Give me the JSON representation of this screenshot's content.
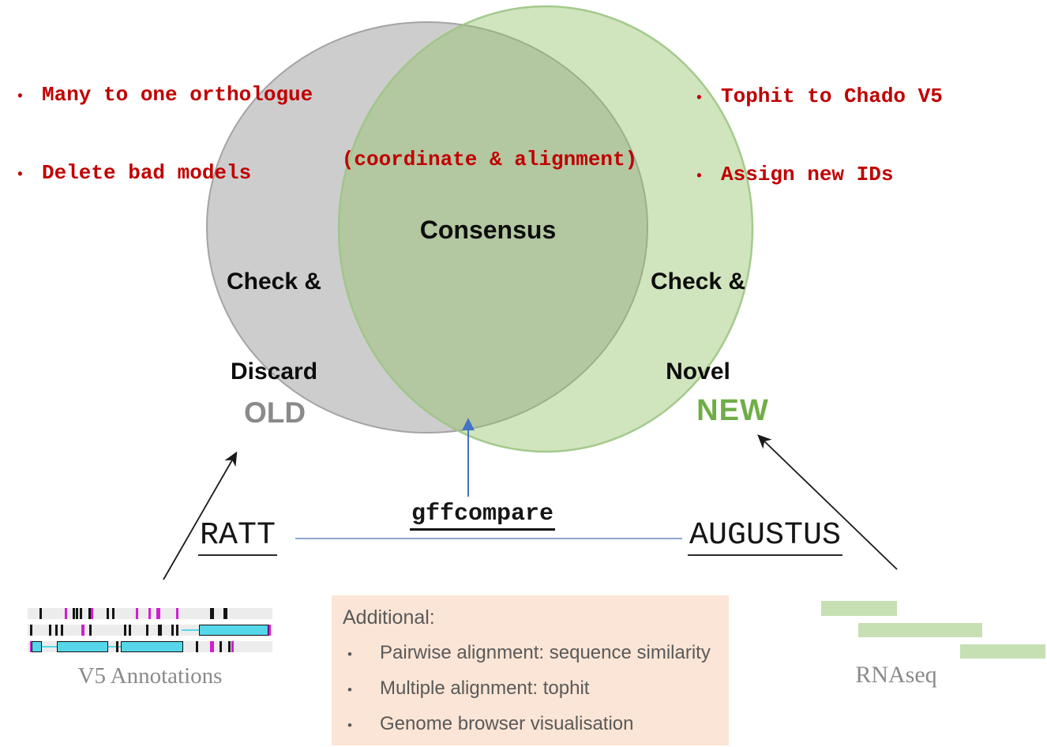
{
  "colors": {
    "red_text": "#C00000",
    "old_gray": "#8a8a8a",
    "new_green": "#70ad47",
    "gray_fill": "#cecdce",
    "gray_stroke": "#a5a3a5",
    "green_fill": "#8fbf63",
    "green_stroke": "#9cc584",
    "arrow_black": "#1a1a1a",
    "arrow_blue": "#4472c4",
    "connector_blue": "#7d9bc8",
    "panel_peach": "#fbe5d6",
    "panel_text": "#595959",
    "track_band": "#ececec",
    "tick_black": "#141414",
    "tick_magenta": "#d11ed1",
    "exon_cyan": "#55d7e9",
    "bar_green": "#c6e0b4",
    "label_gray": "#8a8a8a"
  },
  "ui": {
    "bullet": "•"
  },
  "venn": {
    "old_label": "OLD",
    "new_label": "NEW",
    "left_region_line1": "Check &",
    "left_region_line2": "Discard",
    "center_region": "Consensus",
    "right_region_line1": "Check &",
    "right_region_line2": "Novel",
    "overlap_note": "(coordinate & alignment)"
  },
  "notes_left": {
    "items": [
      "Many to one orthologue",
      "Delete bad models"
    ]
  },
  "notes_right": {
    "items": [
      "Tophit to Chado V5",
      "Assign new IDs"
    ]
  },
  "tools": {
    "ratt": "RATT",
    "gffcompare": "gffcompare",
    "augustus": "AUGUSTUS"
  },
  "additional": {
    "title": "Additional:",
    "items": [
      "Pairwise alignment: sequence similarity",
      "Multiple alignment: tophit",
      "Genome browser visualisation"
    ]
  },
  "sources": {
    "v5_label": "V5 Annotations",
    "rnaseq_label": "RNAseq"
  },
  "v5_figure": {
    "band_width": 310,
    "band_height": 14,
    "rows": [
      {
        "y": 5,
        "ticks": [
          [
            15,
            "k",
            3
          ],
          [
            47,
            "m",
            3
          ],
          [
            57,
            "k",
            3
          ],
          [
            61,
            "k",
            3
          ],
          [
            66,
            "k",
            3
          ],
          [
            77,
            "k",
            4
          ],
          [
            80,
            "m",
            3
          ],
          [
            100,
            "k",
            3
          ],
          [
            107,
            "k",
            3
          ],
          [
            137,
            "m",
            3
          ],
          [
            153,
            "m",
            3
          ],
          [
            163,
            "m",
            5
          ],
          [
            188,
            "m",
            3
          ],
          [
            231,
            "k",
            5
          ],
          [
            248,
            "k",
            5
          ]
        ],
        "boxes": [],
        "links": []
      },
      {
        "y": 26,
        "ticks": [
          [
            3,
            "k",
            3
          ],
          [
            27,
            "k",
            3
          ],
          [
            35,
            "k",
            3
          ],
          [
            42,
            "k",
            3
          ],
          [
            68,
            "m",
            4
          ],
          [
            78,
            "k",
            3
          ],
          [
            122,
            "k",
            3
          ],
          [
            128,
            "k",
            3
          ],
          [
            150,
            "k",
            3
          ],
          [
            165,
            "k",
            5
          ],
          [
            182,
            "k",
            3
          ],
          [
            188,
            "k",
            3
          ],
          [
            305,
            "m",
            3
          ]
        ],
        "boxes": [
          [
            217,
            86
          ]
        ],
        "links": [
          [
            195,
            217
          ]
        ]
      },
      {
        "y": 47,
        "ticks": [
          [
            3,
            "m",
            3
          ],
          [
            112,
            "k",
            3
          ],
          [
            213,
            "k",
            3
          ],
          [
            231,
            "m",
            5
          ],
          [
            243,
            "k",
            3
          ],
          [
            254,
            "k",
            3
          ],
          [
            258,
            "m",
            3
          ]
        ],
        "boxes": [
          [
            5,
            11
          ],
          [
            37,
            63
          ],
          [
            118,
            77
          ]
        ],
        "links": [
          [
            16,
            37
          ],
          [
            100,
            118
          ]
        ]
      }
    ]
  },
  "rnaseq_bars": [
    [
      1040,
      761,
      96,
      19
    ],
    [
      1087,
      789,
      157,
      18
    ],
    [
      1216,
      816,
      108,
      18
    ]
  ]
}
